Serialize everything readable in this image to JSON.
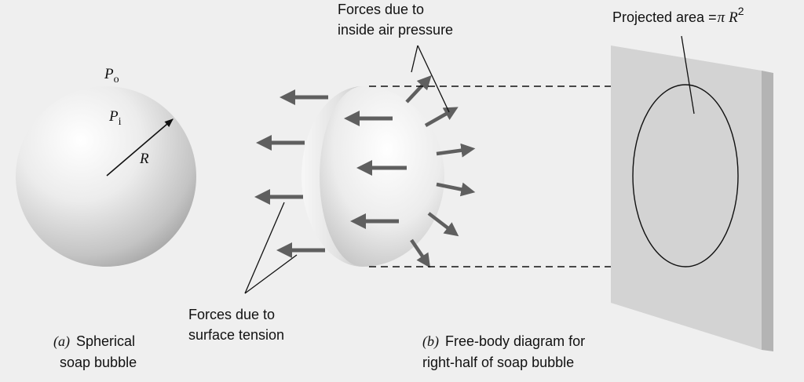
{
  "part_a": {
    "outside_pressure_symbol": "P",
    "outside_pressure_sub": "o",
    "inside_pressure_symbol": "P",
    "inside_pressure_sub": "i",
    "radius_symbol": "R",
    "caption_letter": "a",
    "caption_line1": "Spherical",
    "caption_line2": "soap bubble"
  },
  "part_b": {
    "inside_pressure_label_line1": "Forces due to",
    "inside_pressure_label_line2": "inside air pressure",
    "surface_tension_label_line1": "Forces due to",
    "surface_tension_label_line2": "surface tension",
    "projected_area_label": "Projected area =",
    "projected_area_pi": "π",
    "projected_area_r": "R",
    "projected_area_exp": "2",
    "caption_letter": "b",
    "caption_line1": "Free-body diagram for",
    "caption_line2": "right-half of soap bubble"
  },
  "colors": {
    "background": "#efefef",
    "arrow": "#5f5f5f",
    "plane": "#d3d3d3",
    "plane_edge": "#b4b4b4",
    "line": "#111111"
  }
}
